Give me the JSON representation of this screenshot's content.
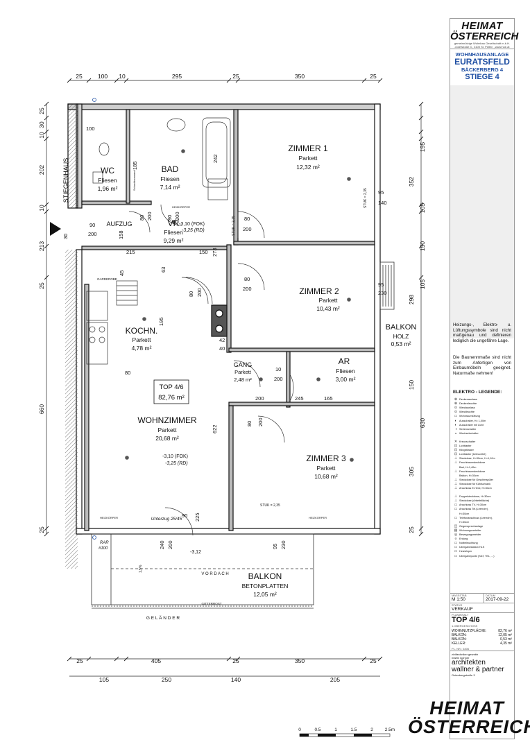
{
  "dims_top": {
    "upper": [
      "25",
      "100",
      "10",
      "295",
      "25",
      "350",
      "25"
    ],
    "lower": [
      "25",
      "405",
      "25",
      "350",
      "25"
    ],
    "bottom": [
      "105",
      "250",
      "140",
      "205"
    ]
  },
  "dims_left": [
    "25",
    "30",
    "10",
    "202",
    "10",
    "213",
    "25",
    "660",
    "25"
  ],
  "dims_right": [
    "195",
    "352",
    "105",
    "150",
    "105",
    "298",
    "150",
    "630",
    "305",
    "25"
  ],
  "inner_dims": [
    "100",
    "185",
    "90",
    "200",
    "80",
    "200",
    "80",
    "200",
    "158",
    "215",
    "150",
    "45",
    "63",
    "30",
    "80",
    "200",
    "80",
    "200",
    "80",
    "200",
    "80",
    "200",
    "245",
    "165",
    "10",
    "200",
    "80",
    "200",
    "42",
    "40",
    "90",
    "225",
    "240",
    "200",
    "230",
    "95",
    "95",
    "140",
    "95",
    "230",
    "622",
    "195",
    "273",
    "242"
  ],
  "rooms": [
    {
      "name": "WC",
      "floor": "Fliesen",
      "area": "1,96 m²"
    },
    {
      "name": "BAD",
      "floor": "Fliesen",
      "area": "7,14 m²"
    },
    {
      "name": "ZIMMER 1",
      "floor": "Parkett",
      "area": "12,32 m²"
    },
    {
      "name": "VR",
      "floor": "Fliesen",
      "area": "9,29 m²"
    },
    {
      "name": "ZIMMER 2",
      "floor": "Parkett",
      "area": "10,43 m²"
    },
    {
      "name": "KOCHN.",
      "floor": "Parkett",
      "area": "4,78 m²"
    },
    {
      "name": "GANG",
      "floor": "Parkett",
      "area": "2,48 m²"
    },
    {
      "name": "AR",
      "floor": "Fliesen",
      "area": "3,00 m²"
    },
    {
      "name": "WOHNZIMMER",
      "floor": "Parkett",
      "area": "20,68 m²"
    },
    {
      "name": "ZIMMER 3",
      "floor": "Parkett",
      "area": "10,68 m²"
    }
  ],
  "labels": {
    "stiegenhaus": "STIEGENHAUS",
    "aufzug": "AUFZUG",
    "top_label": "TOP 4/6",
    "top_area": "82,76 m²",
    "balkon_holz_1": "BALKON",
    "balkon_holz_2": "HOLZ",
    "balkon_holz_3": "0,53 m²",
    "balkon_beton_1": "BALKON",
    "balkon_beton_2": "BETONPLATTEN",
    "balkon_beton_3": "12,05 m²",
    "gelaender": "G E L Ä N D E R",
    "vordach": "V O R D A C H",
    "gitterrost": "GITTERROST",
    "level_vr_1": "-3,10 (FOK)",
    "level_vr_2": "-3,25 (RD)",
    "level_wz_1": "-3,10 (FOK)",
    "level_wz_2": "-3,25 (RD)",
    "level_balkon": "-3,12",
    "unterzug": "Unterzug 25/45",
    "rar": "RAR",
    "rar2": "#100",
    "slope": "1,5%",
    "garderobe": "GARDEROBE",
    "heizkoerper": "HEIZKÖRPER",
    "stuk": "STUK = 2,35",
    "schacht": "Schachtvorwand",
    "scale": [
      "0",
      "0.5",
      "1",
      "1.5",
      "2",
      "2.5m"
    ]
  },
  "panel": {
    "logo_1": "HEIMAT",
    "logo_2": "ÖSTERREICH",
    "logo_sub_1": "gemeinnützige Wohnbau Gesellschaft m.b.H.",
    "logo_sub_2": "Josefstraße 3 , 3100 St. Pölten , www.hoe.at",
    "proj_1": "WOHNHAUSANLAGE",
    "proj_2": "EURATSFELD",
    "proj_3": "BÄCKERBERG 4",
    "proj_4": "STIEGE 4",
    "note_1": "Heizungs-, Elektro- u. Lüftungssymbole sind nicht maßgenau und definieren lediglich die ungefähre Lage.",
    "note_2": "Die Baunennmaße sind nicht zum Anfertigen von Einbaumöbeln geeignet. Naturmaße nehmen!",
    "legend_title": "ELEKTRO - LEGENDE:",
    "legend": [
      "Deckenauslass",
      "Deckenleuchte",
      "Wandauslass",
      "Wandleuchte",
      "Wohnraumlüftung",
      "Ausschalter, H= 1,00m",
      "Ausschalter mit Licht",
      "Serienschalter",
      "Wechselschalter",
      "",
      "Kreuzschalter",
      "Lichttaster",
      "Klingeltaster",
      "Lichttaster (beleuchtet)",
      "Steckdose, H=30cm, H=1,10m",
      "Feuchtraumsteckdose",
      "Bad, H=1,40m",
      "Feuchtraumsteckdose",
      "Balkon, H=30cm",
      "Steckdose für Geschirrspüler",
      "Steckdose für Kühlschrank",
      "Anschluss E-Herd, H=30cm",
      "",
      "Doppelsteckdose, H=30cm",
      "Steckdose (Arbeitsfläche)",
      "Anschluss TV, H=30cm",
      "Anschluss Tel.(Leerrohr),",
      "H=30cm",
      "Telefonanschluss (Leerrohr),",
      "H=30cm",
      "Gegensprechanlage",
      "Wohnungsverteiler",
      "Bewegungsmelder",
      "Erdung",
      "Notbeleuchtung",
      "Übergabestation HLS",
      "Heizkörper",
      "Übergabepunkt (SAT, TEL, ...)"
    ],
    "massstab_label": "MASSSTAB",
    "massstab": "M 1:50",
    "datum_label": "DATUM",
    "datum": "2017-09-22",
    "status_label": "STATUS",
    "status": "VERKAUF",
    "planinhalt_label": "PLANINHALT",
    "top": "TOP 4/6",
    "geschoss": "1.OBERGESCHOSS",
    "areas": [
      {
        "k": "WOHNNUTZFLÄCHE:",
        "v": "82,76 m²"
      },
      {
        "k": "BALKON:",
        "v": "12,05 m²"
      },
      {
        "k": "BALKON:",
        "v": "0,53 m²"
      },
      {
        "k": "KELLER:",
        "v": "4,35 m²"
      }
    ],
    "plnr": "PL. NR.: 6406",
    "arch_small": "ziviltechniker gesmbh",
    "arch_small_2": "martin lochner",
    "arch_1": "architekten",
    "arch_2": "wallner & partner",
    "arch_addr": "Gutenbergstraße 3"
  }
}
